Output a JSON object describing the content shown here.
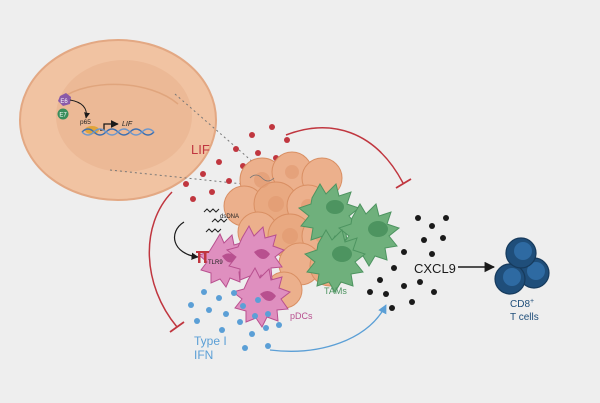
{
  "labels": {
    "lif": "LIF",
    "type1": "Type I",
    "ifn": "IFN",
    "cxcl9": "CXCL9",
    "cd8": "CD8",
    "cd8_sup": "+",
    "tcells": "T cells",
    "tams": "TAMs",
    "pdcs": "pDCs",
    "tlr9": "TLR9",
    "dsdna": "dsDNA",
    "e6": "E6",
    "e7": "E7",
    "p65": "p65",
    "lif_gene": "LIF"
  },
  "colors": {
    "background": "#eeeeee",
    "lif": "#c0363f",
    "ifn": "#5b9fd6",
    "tam": "#6fb07c",
    "tam_dark": "#4d9460",
    "pdc": "#df8fbf",
    "pdc_dark": "#b8508f",
    "tumor": "#ecb08c",
    "tumor_dark": "#d98f63",
    "tcell": "#1f4e7a",
    "tcell_light": "#4a86bb",
    "black": "#1a1a1a",
    "cell_inset": "#f1c3a2",
    "dna": "#3c6fb0"
  }
}
